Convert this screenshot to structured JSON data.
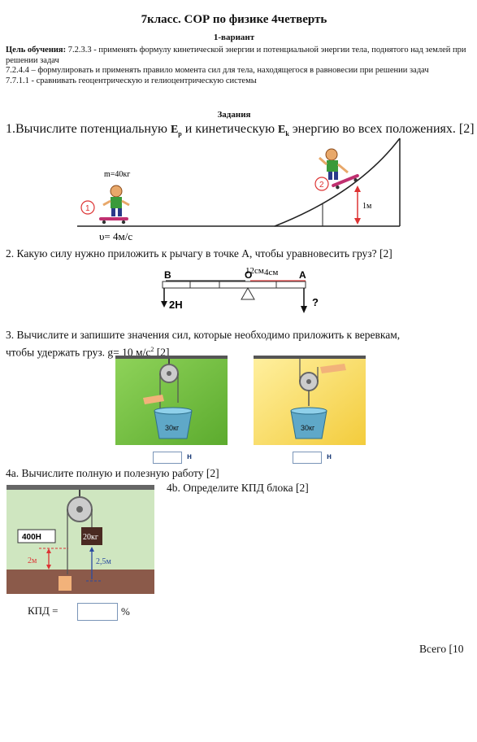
{
  "header": {
    "title": "7класс. СОР по физике 4четверть",
    "variant": "1-вариант"
  },
  "objectives": {
    "label": "Цель обучения:",
    "o1": "7.2.3.3 - применять формулу кинетической энергии и потенциальной энергии тела, поднятого над землей при решении задач",
    "o2": "7.2.4.4 – формулировать и применять правило момента сил для тела, находящегося в равновесии при решении задач",
    "o3": "7.7.1.1 - сравнивать геоцентрическую и гелиоцентрическую системы"
  },
  "tasks_heading": "Задания",
  "q1": {
    "num": "1.",
    "text_a": "Вычислите потенциальную ",
    "ep": "E",
    "ep_sub": "p",
    "text_b": " и кинетическую ",
    "ek": "E",
    "ek_sub": "k",
    "text_c": " энергию во всех  положениях. [2]",
    "mass": "m=40кг",
    "pos1": "1",
    "pos2": "2",
    "height": "1м",
    "speed": "υ= 4м/с"
  },
  "q2": {
    "text": "2. Какую силу нужно приложить к рычагу в точке А, чтобы уравновесить груз? [2]",
    "label_b": "B",
    "label_o": "O",
    "label_a": "A",
    "dist_bo": "12см",
    "dist_oa": "4см",
    "force_b": "2Н",
    "force_a": "?"
  },
  "q3": {
    "text_line1": "3. Вычислите и запишите значения сил, которые необходимо приложить к веревкам,",
    "text_line2": "чтобы удержать груз. g= 10 м/с",
    "sup": "2",
    "points": "   [2]",
    "load1": "30кг",
    "load2": "30кг",
    "unit1": "н",
    "unit2": "н"
  },
  "q4a": {
    "text": "4а. Вычислите полную и полезную работу [2]"
  },
  "q4b": {
    "text": "4b. Определите КПД  блока  [2]"
  },
  "q4fig": {
    "force": "400Н",
    "mass": "20кг",
    "h1": "2м",
    "h2": "2,5м",
    "kpd_label": "КПД =",
    "kpd_unit": "%"
  },
  "total": "Всего [10"
}
